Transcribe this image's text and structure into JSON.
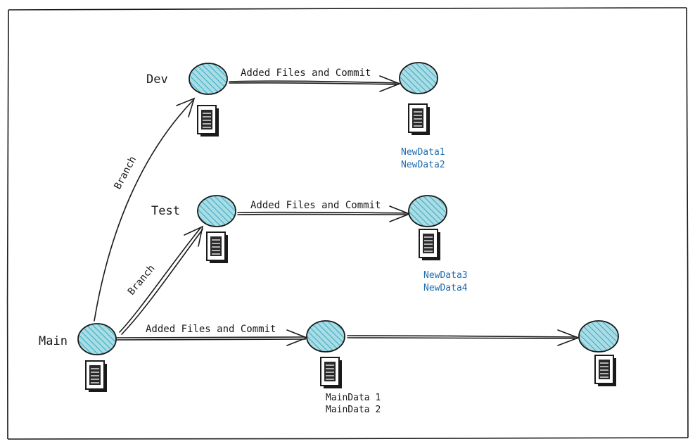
{
  "frame_color": "#1a1a1a",
  "node_fill": "#a8dde6",
  "hatch_color": "#3aa7bd",
  "blue_text": "#1e6bb0",
  "nodes": {
    "main": {
      "label": "Main"
    },
    "main_c2": {},
    "main_c3": {},
    "dev": {
      "label": "Dev"
    },
    "dev_c2": {},
    "test": {
      "label": "Test"
    },
    "test_c2": {}
  },
  "edges": {
    "dev_commit": {
      "label": "Added Files and Commit"
    },
    "test_commit": {
      "label": "Added Files and Commit"
    },
    "main_commit": {
      "label": "Added Files and Commit"
    },
    "main_to_dev": {
      "label": "Branch"
    },
    "main_to_test": {
      "label": "Branch"
    }
  },
  "file_labels": {
    "dev_c2": [
      "NewData1",
      "NewData2"
    ],
    "test_c2": [
      "NewData3",
      "NewData4"
    ],
    "main_c2": [
      "MainData 1",
      "MainData 2"
    ]
  }
}
